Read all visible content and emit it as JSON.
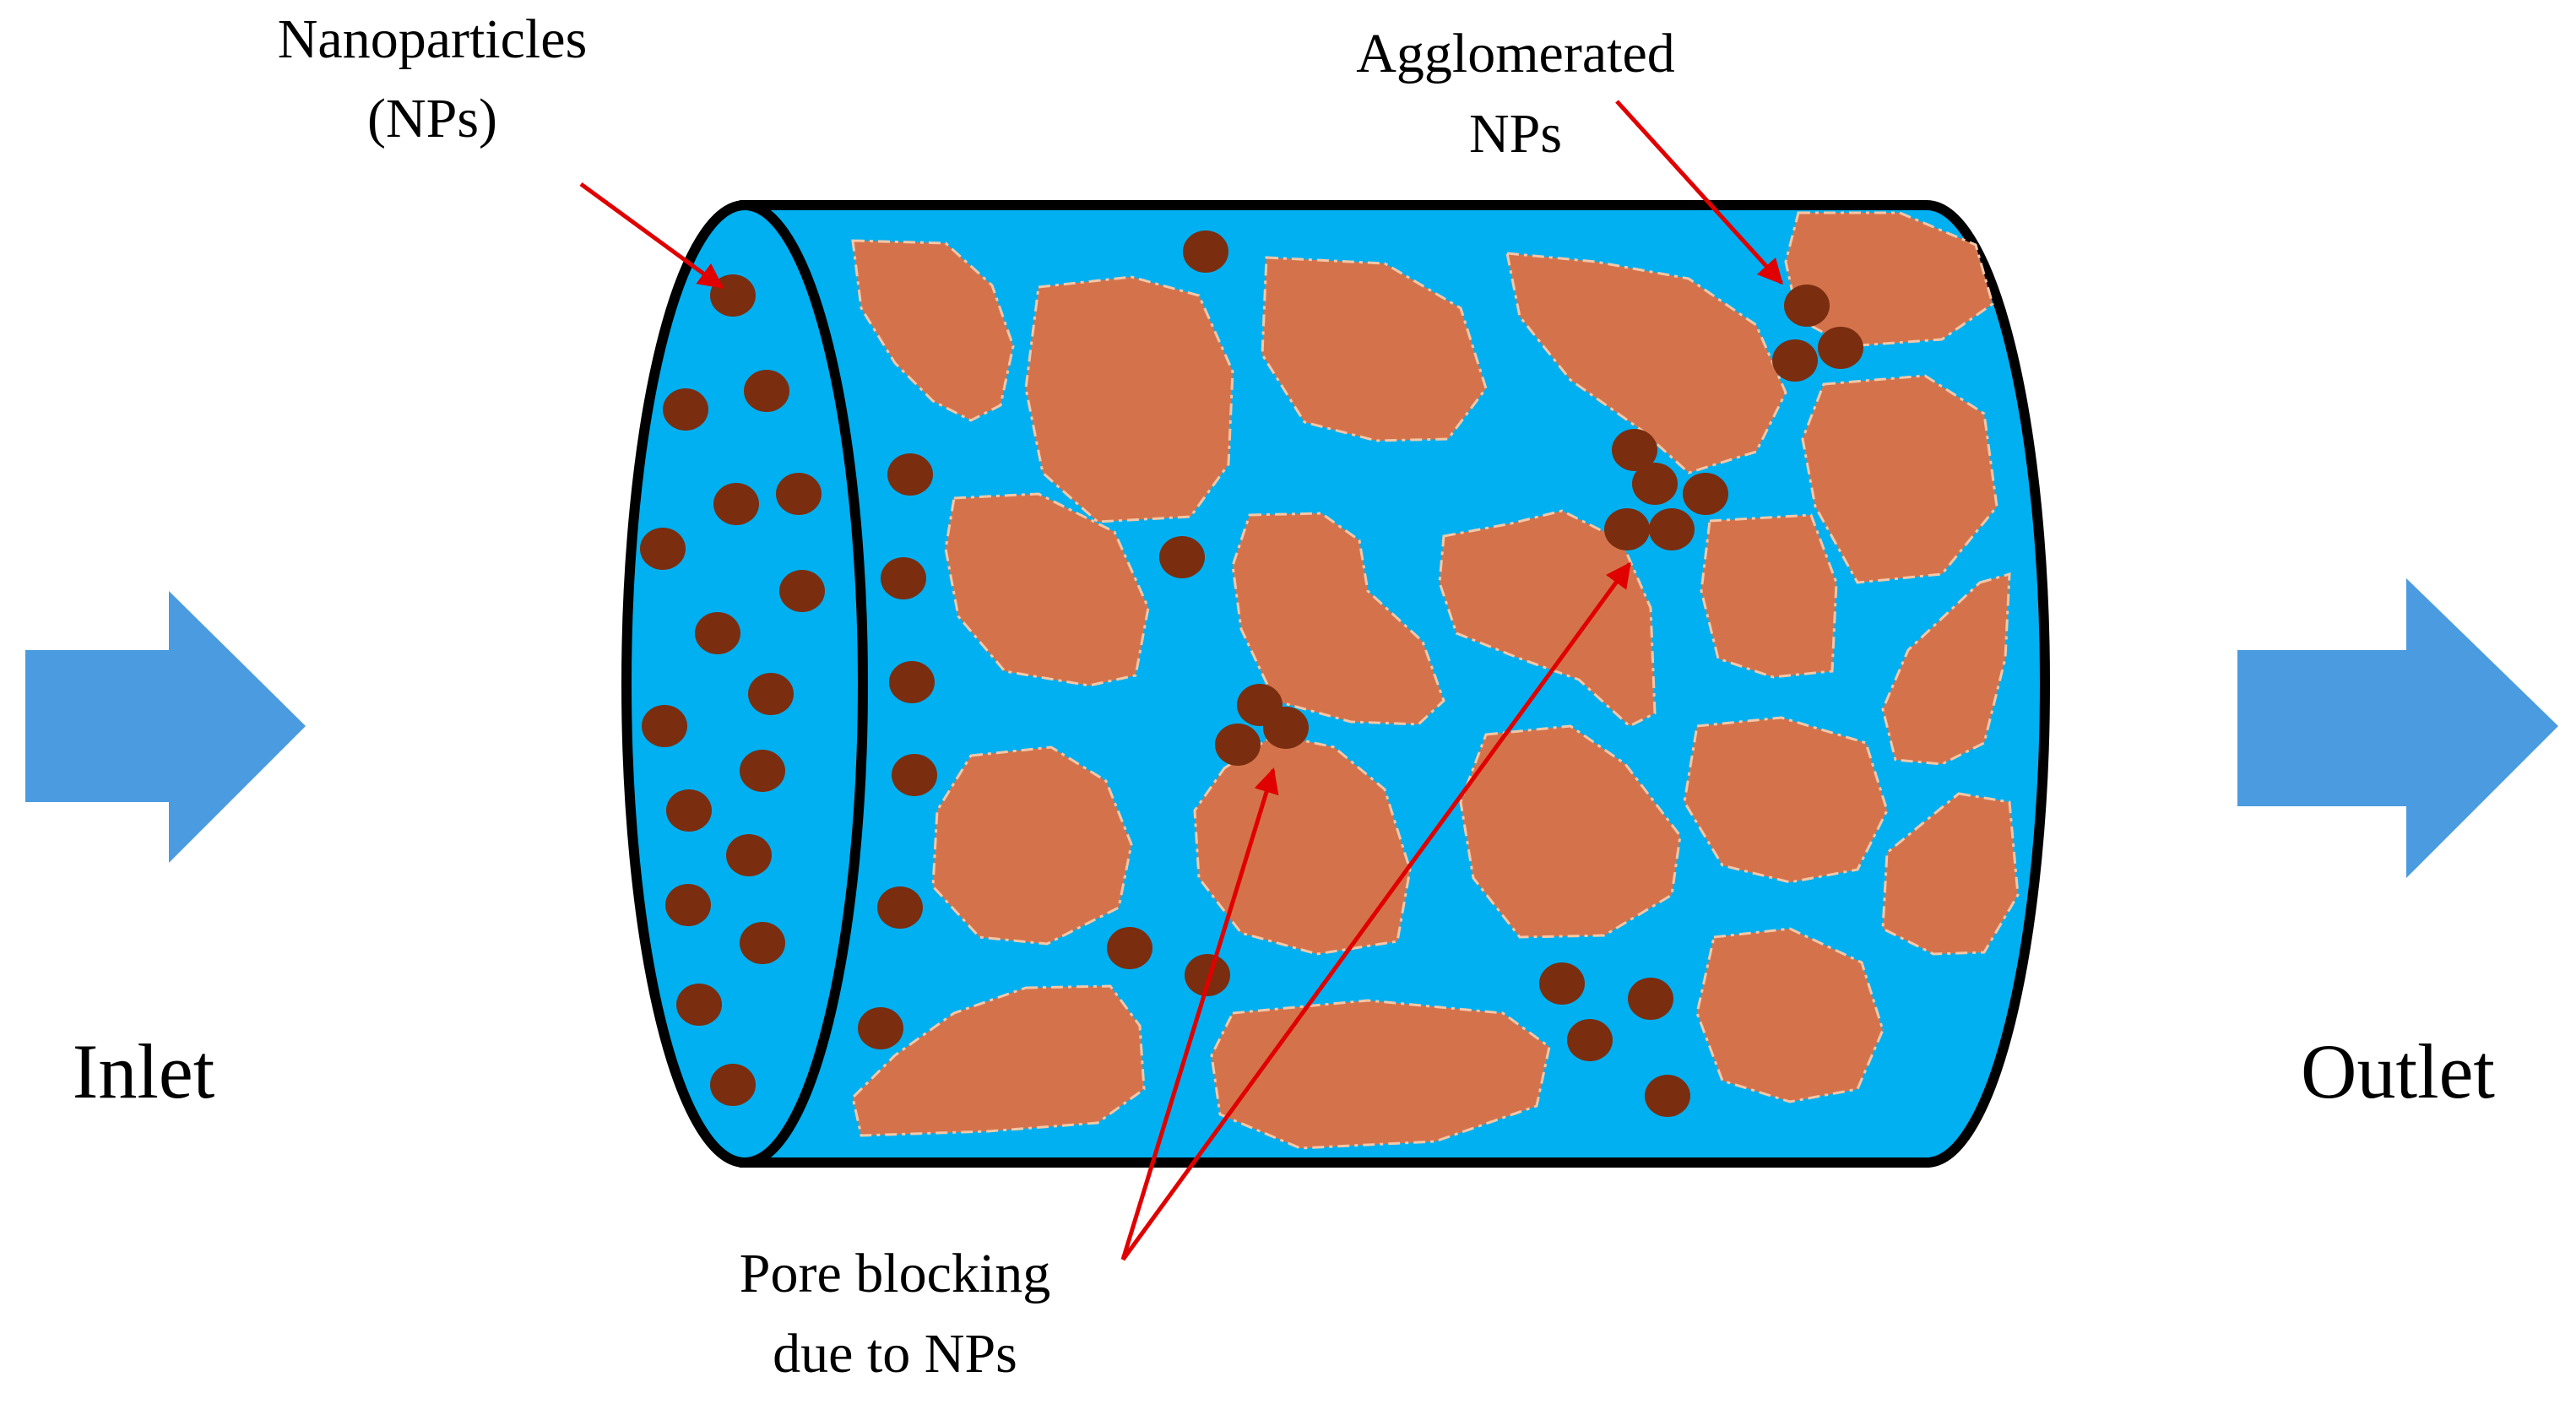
{
  "labels": {
    "nanoparticles_line1": "Nanoparticles",
    "nanoparticles_line2": "(NPs)",
    "agglomerated_line1": "Agglomerated",
    "agglomerated_line2": "NPs",
    "pore_blocking_line1": "Pore blocking",
    "pore_blocking_line2": "due to NPs",
    "inlet": "Inlet",
    "outlet": "Outlet"
  },
  "colors": {
    "fluid": "#00b0f0",
    "grain": "#d4734b",
    "nanoparticle": "#7b2d10",
    "arrow_flow": "#4a9be0",
    "pointer": "#e00000",
    "outline": "#000000"
  }
}
